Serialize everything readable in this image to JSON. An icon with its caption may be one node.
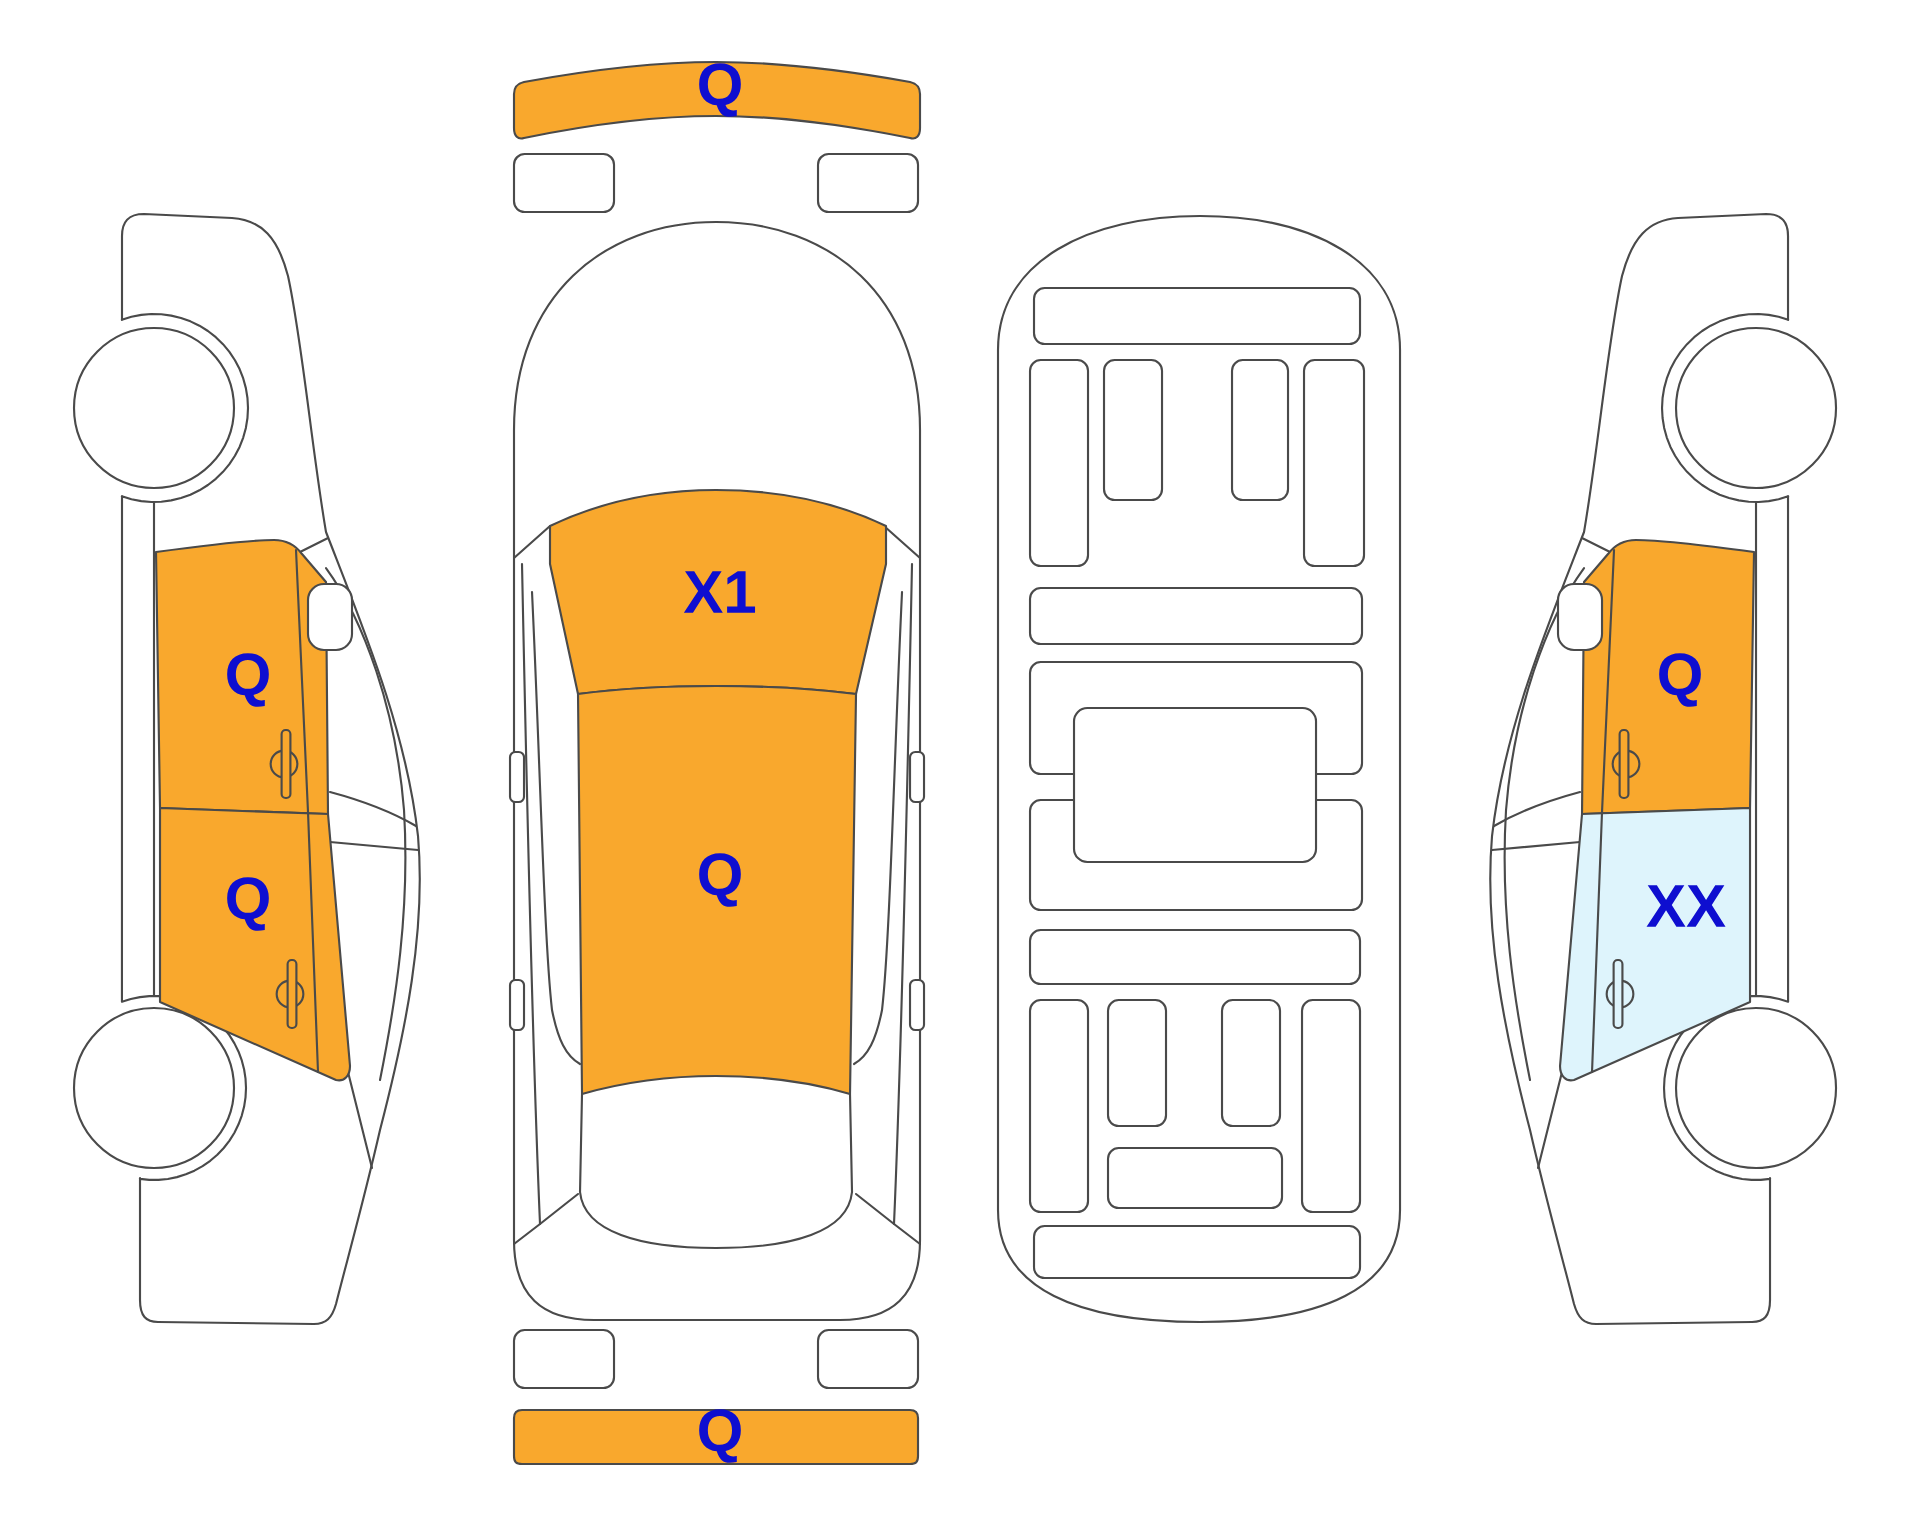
{
  "diagram": {
    "nodes": [
      {
        "text": [
          "Q"
        ]
      },
      {
        "text": [
          "X1"
        ]
      },
      {
        "text": [
          "Q"
        ]
      },
      {
        "text": [
          "Q"
        ]
      },
      {
        "text": [
          "Q"
        ]
      },
      {
        "text": [
          "Q"
        ]
      },
      {
        "text": [
          "XX"
        ]
      },
      {
        "text": [
          "Q"
        ]
      }
    ]
  }
}
